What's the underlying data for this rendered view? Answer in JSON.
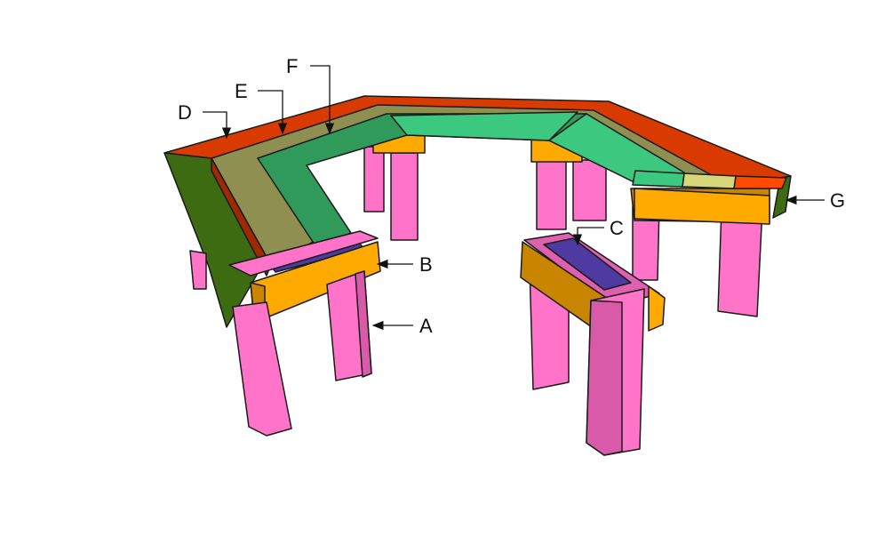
{
  "labels": {
    "A": "A",
    "B": "B",
    "C": "C",
    "D": "D",
    "E": "E",
    "F": "F",
    "G": "G"
  },
  "colors": {
    "leg": "#ff73c8",
    "leg_shade": "#d95aa8",
    "support": "#ffaa00",
    "support_shade": "#c98400",
    "cleat": "#4e3aa0",
    "outer_slat": "#d83a00",
    "mid_slat": "#8f8f52",
    "inner_slat": "#2f9a5a",
    "center_slat": "#3cc87f",
    "end_trim": "#3d6b12"
  }
}
